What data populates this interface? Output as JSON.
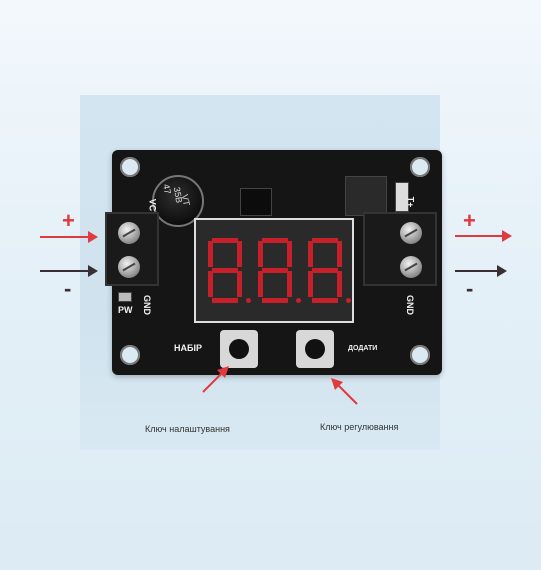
{
  "board": {
    "vcc_label": "VC",
    "gnd_label_left": "GND",
    "pw_label": "PW",
    "gnd_label_right": "GND",
    "out_plus_label": "T+",
    "set_label": "НАБІР",
    "add_label": "ДОДАТИ",
    "cap_text1": "47",
    "cap_text2": "35B",
    "cap_text3": "VT"
  },
  "display": {
    "digits": [
      "8",
      "8",
      "8"
    ]
  },
  "terminals": {
    "left_plus": "+",
    "left_minus": "-",
    "right_plus": "+",
    "right_minus": "-"
  },
  "annotations": {
    "setup_key": "Ключ налаштування",
    "adjust_key": "Ключ регулювання"
  },
  "colors": {
    "plus_arrow": "#e0393e",
    "minus_arrow": "#3a3033",
    "segment": "#c6202a"
  }
}
